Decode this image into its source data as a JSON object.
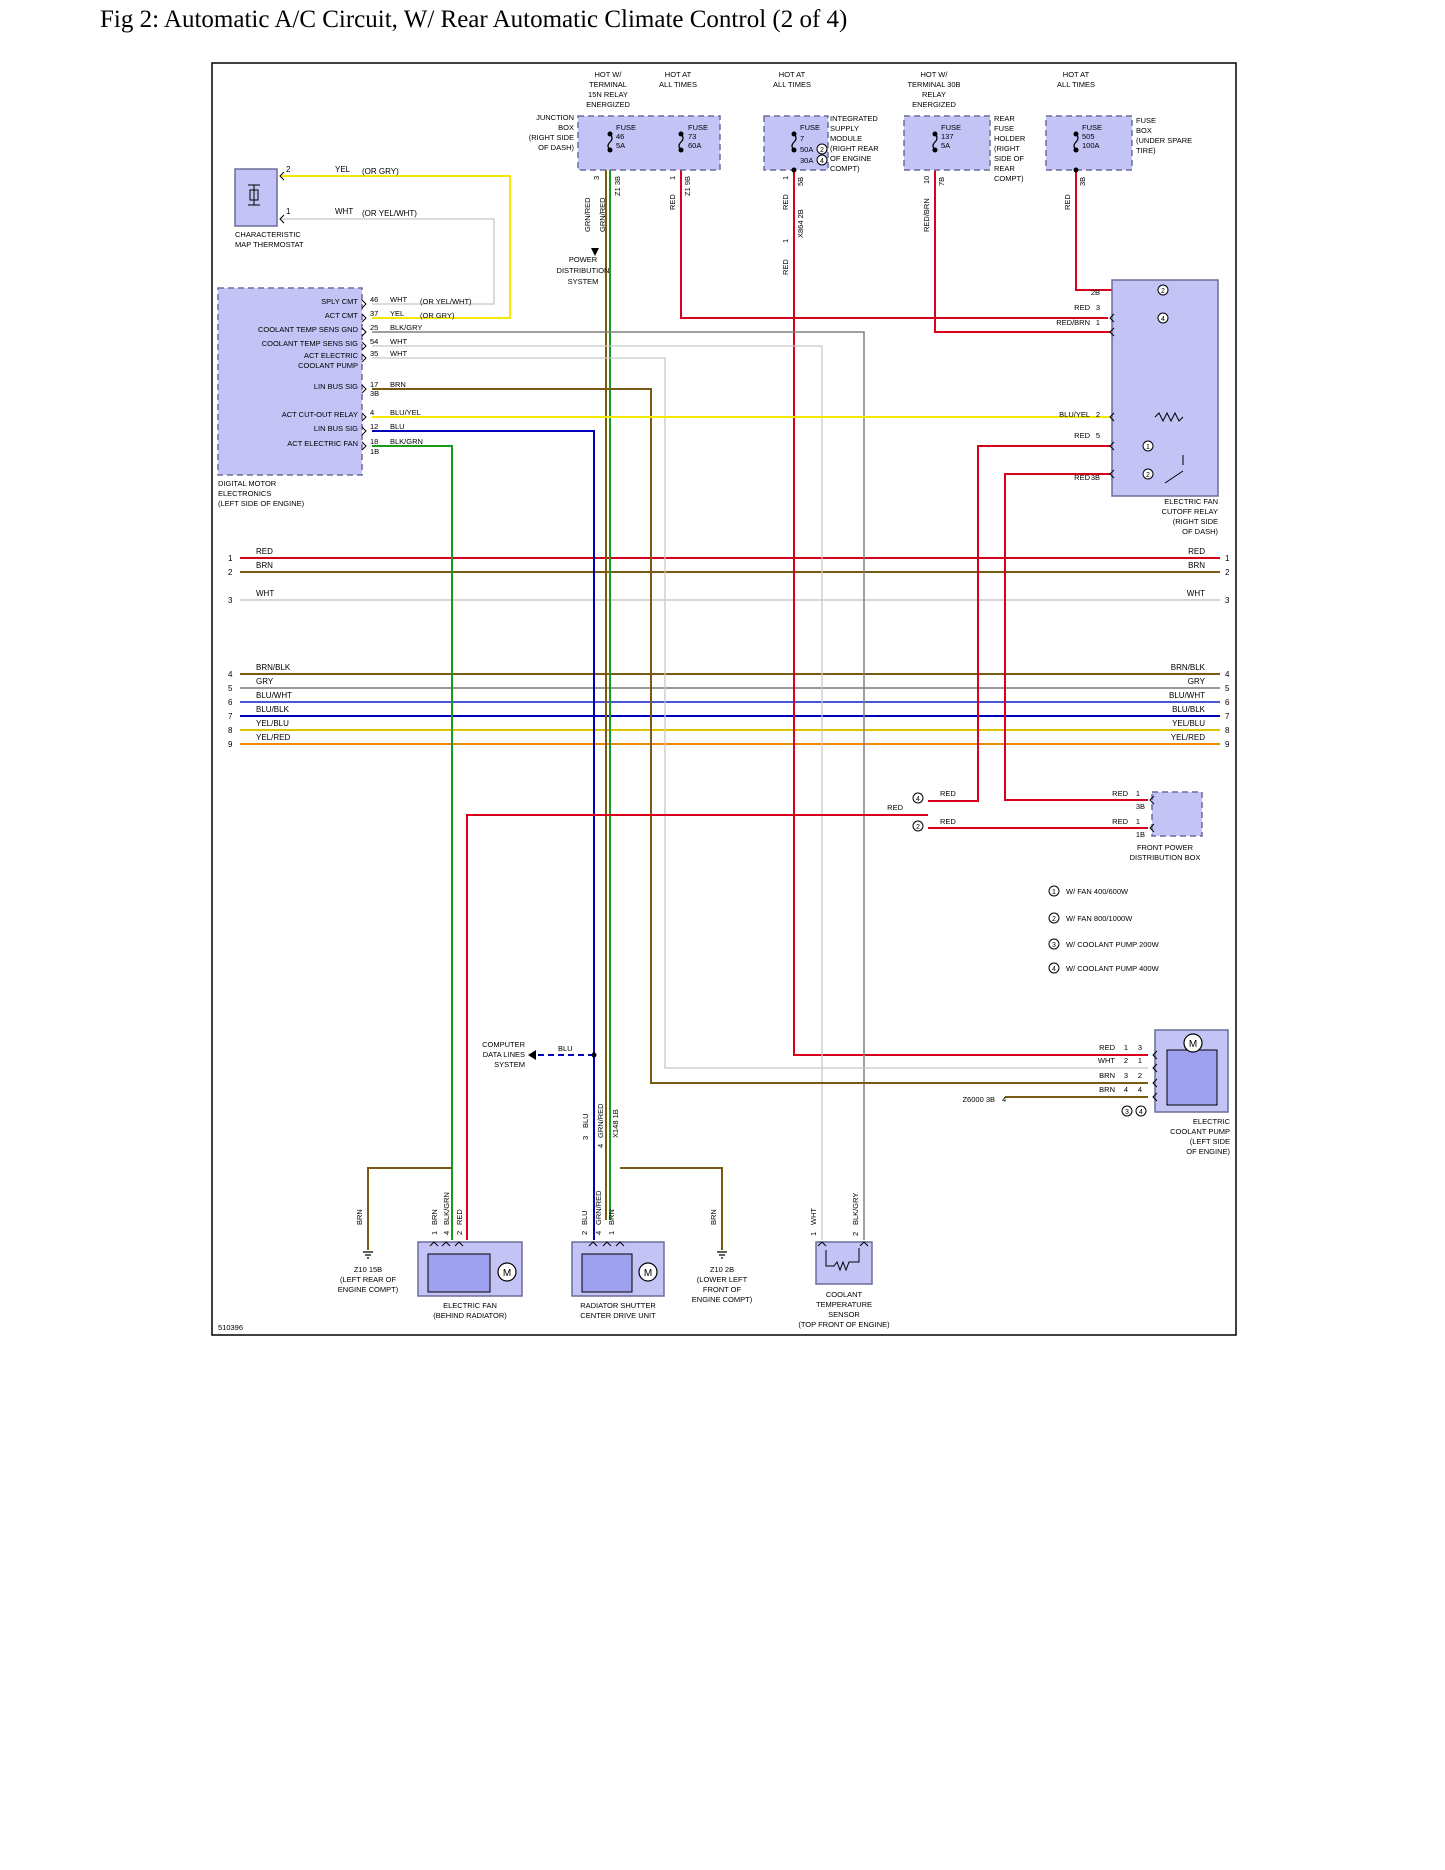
{
  "title": "Fig 2: Automatic A/C Circuit, W/ Rear Automatic Climate Control (2 of 4)",
  "figure_id": "510396",
  "colors": {
    "RED": "#d9001b",
    "BRN": "#7a5a12",
    "WHT": "#c8c8c8",
    "YEL": "#f2e800",
    "GRY": "#9a9a9a",
    "BLU": "#0000b8",
    "GRN": "#1a9a1a",
    "BLK": "#202020",
    "ORN": "#f08a00",
    "component_fill": "#c3c3f5",
    "component_stroke": "#6d6d9a"
  },
  "top_sources": [
    {
      "label": [
        "HOT W/",
        "TERMINAL",
        "15N RELAY",
        "ENERGIZED"
      ]
    },
    {
      "label": [
        "HOT AT",
        "ALL TIMES"
      ]
    },
    {
      "label": [
        "HOT AT",
        "ALL TIMES"
      ]
    },
    {
      "label": [
        "HOT W/",
        "TERMINAL 30B",
        "RELAY",
        "ENERGIZED"
      ]
    },
    {
      "label": [
        "HOT AT",
        "ALL TIMES"
      ]
    }
  ],
  "junction_box": {
    "label": [
      "JUNCTION",
      "BOX",
      "(RIGHT SIDE",
      "OF DASH)"
    ],
    "fuse_a": [
      "FUSE",
      "46",
      "5A"
    ],
    "fuse_b": [
      "FUSE",
      "73",
      "60A"
    ]
  },
  "supply_module": {
    "label": [
      "INTEGRATED",
      "SUPPLY",
      "MODULE",
      "(RIGHT REAR",
      "OF ENGINE",
      "COMPT)"
    ],
    "fuse": [
      "FUSE",
      "7",
      "50A",
      "30A"
    ]
  },
  "rear_fuse_holder": {
    "label": [
      "REAR",
      "FUSE",
      "HOLDER",
      "(RIGHT",
      "SIDE OF",
      "REAR",
      "COMPT)"
    ],
    "fuse": [
      "FUSE",
      "137",
      "5A"
    ]
  },
  "fuse_box": {
    "label": [
      "FUSE",
      "BOX",
      "(UNDER SPARE",
      "TIRE)"
    ],
    "fuse": [
      "FUSE",
      "505",
      "100A"
    ]
  },
  "vertical_labels": {
    "grnred_a": "GRN/RED",
    "grnred_b": "GRN/RED",
    "z13b": "Z1 3B",
    "red_b": "RED",
    "z19b": "Z1 9B",
    "red_c": "RED",
    "red_c2": "RED",
    "x8642b": "X864 2B",
    "5b": "5B",
    "redbrn_d": "RED/BRN",
    "7b": "7B",
    "red_e": "RED",
    "3b": "3B"
  },
  "pin_numbers": {
    "a": "3",
    "b": "1",
    "c1": "1",
    "c2": "1",
    "d": "10"
  },
  "power_dist": [
    "POWER",
    "DISTRIBUTION",
    "SYSTEM"
  ],
  "thermostat": {
    "label": [
      "CHARACTERISTIC",
      "MAP THERMOSTAT"
    ],
    "pins": [
      {
        "pin": "2",
        "color": "YEL",
        "alt": "(OR GRY)"
      },
      {
        "pin": "1",
        "color": "WHT",
        "alt": "(OR YEL/WHT)"
      }
    ]
  },
  "dme": {
    "label": [
      "DIGITAL MOTOR",
      "ELECTRONICS",
      "(LEFT SIDE OF ENGINE)"
    ],
    "pins": [
      {
        "name": "SPLY CMT",
        "pin": "46",
        "wire": "WHT",
        "alt": "(OR YEL/WHT)"
      },
      {
        "name": "ACT CMT",
        "pin": "37",
        "wire": "YEL",
        "alt": "(OR GRY)"
      },
      {
        "name": "COOLANT TEMP SENS GND",
        "pin": "25",
        "wire": "BLK/GRY",
        "alt": ""
      },
      {
        "name": "COOLANT TEMP SENS SIG",
        "pin": "54",
        "wire": "WHT",
        "alt": ""
      },
      {
        "name": "ACT ELECTRIC",
        "pin": "35",
        "wire": "WHT",
        "alt": ""
      },
      {
        "name": "COOLANT PUMP",
        "pin": "",
        "wire": "",
        "alt": ""
      },
      {
        "name": "LIN BUS SIG",
        "pin": "17",
        "wire": "BRN",
        "alt": ""
      },
      {
        "name": "",
        "pin": "3B",
        "wire": "",
        "alt": ""
      },
      {
        "name": "ACT CUT-OUT RELAY",
        "pin": "4",
        "wire": "BLU/YEL",
        "alt": ""
      },
      {
        "name": "LIN BUS SIG",
        "pin": "12",
        "wire": "BLU",
        "alt": ""
      },
      {
        "name": "ACT ELECTRIC FAN",
        "pin": "18",
        "wire": "BLK/GRN",
        "alt": ""
      },
      {
        "name": "",
        "pin": "1B",
        "wire": "",
        "alt": ""
      }
    ]
  },
  "fan_relay": {
    "label": [
      "ELECTRIC FAN",
      "CUTOFF RELAY",
      "(RIGHT SIDE",
      "OF DASH)"
    ],
    "pins": [
      {
        "wire": "",
        "pin": "2B"
      },
      {
        "wire": "RED",
        "pin": "3"
      },
      {
        "wire": "RED/BRN",
        "pin": "1"
      },
      {
        "wire": "BLU/YEL",
        "pin": "2"
      },
      {
        "wire": "RED",
        "pin": "5"
      },
      {
        "wire": "RED",
        "pin": "3B"
      }
    ],
    "markers": [
      "2",
      "4",
      "1",
      "2"
    ]
  },
  "buses": [
    {
      "num": "1",
      "label": "RED"
    },
    {
      "num": "2",
      "label": "BRN"
    },
    {
      "num": "3",
      "label": "WHT"
    },
    {
      "num": "4",
      "label": "BRN/BLK"
    },
    {
      "num": "5",
      "label": "GRY"
    },
    {
      "num": "6",
      "label": "BLU/WHT"
    },
    {
      "num": "7",
      "label": "BLU/BLK"
    },
    {
      "num": "8",
      "label": "YEL/BLU"
    },
    {
      "num": "9",
      "label": "YEL/RED"
    }
  ],
  "front_power": {
    "label": [
      "FRONT POWER",
      "DISTRIBUTION BOX"
    ],
    "wires": [
      {
        "wire": "RED",
        "pin": "1",
        "conn": "3B"
      },
      {
        "wire": "RED",
        "pin": "1",
        "conn": "1B"
      }
    ],
    "split_wires": [
      {
        "marker": "4",
        "wire": "RED"
      },
      {
        "marker": "2",
        "wire": "RED"
      }
    ],
    "input_wire": "RED"
  },
  "legend": [
    {
      "marker": "1",
      "text": "W/ FAN 400/600W"
    },
    {
      "marker": "2",
      "text": "W/ FAN 800/1000W"
    },
    {
      "marker": "3",
      "text": "W/ COOLANT PUMP 200W"
    },
    {
      "marker": "4",
      "text": "W/ COOLANT PUMP 400W"
    }
  ],
  "coolant_pump": {
    "label": [
      "ELECTRIC",
      "COOLANT PUMP",
      "(LEFT SIDE",
      "OF ENGINE)"
    ],
    "pins": [
      {
        "wire": "RED",
        "pin_a": "1",
        "pin_b": "3"
      },
      {
        "wire": "WHT",
        "pin_a": "2",
        "pin_b": "1"
      },
      {
        "wire": "BRN",
        "pin_a": "3",
        "pin_b": "2"
      },
      {
        "wire": "BRN",
        "pin_a": "4",
        "pin_b": "4"
      }
    ],
    "ground": "Z6000 3B",
    "ground_pin": "4",
    "markers": [
      "3",
      "4"
    ]
  },
  "computer_data": {
    "label": [
      "COMPUTER",
      "DATA LINES",
      "SYSTEM"
    ],
    "wire": "BLU"
  },
  "mid_connector": {
    "labels": [
      "BLU",
      "GRN/RED",
      "X148 1B"
    ],
    "pins": [
      "3",
      "4"
    ]
  },
  "electric_fan": {
    "label": [
      "ELECTRIC FAN",
      "(BEHIND RADIATOR)"
    ],
    "ground": [
      "Z10 15B",
      "(LEFT REAR OF",
      "ENGINE COMPT)"
    ],
    "ground_wire": "BRN",
    "wires": [
      "BRN",
      "BLK/GRN",
      "RED"
    ],
    "pins": [
      "1",
      "4",
      "2"
    ]
  },
  "shutter": {
    "label": [
      "RADIATOR SHUTTER",
      "CENTER DRIVE UNIT"
    ],
    "ground": [
      "Z10 2B",
      "(LOWER LEFT",
      "FRONT OF",
      "ENGINE COMPT)"
    ],
    "ground_wire": "BRN",
    "wires": [
      "BLU",
      "GRN/RED",
      "BRN"
    ],
    "pins": [
      "2",
      "4",
      "1"
    ]
  },
  "temp_sensor": {
    "label": [
      "COOLANT",
      "TEMPERATURE",
      "SENSOR",
      "(TOP FRONT OF ENGINE)"
    ],
    "wires": [
      "WHT",
      "BLK/GRY"
    ],
    "pins": [
      "1",
      "2"
    ]
  },
  "motor_symbol": "M"
}
